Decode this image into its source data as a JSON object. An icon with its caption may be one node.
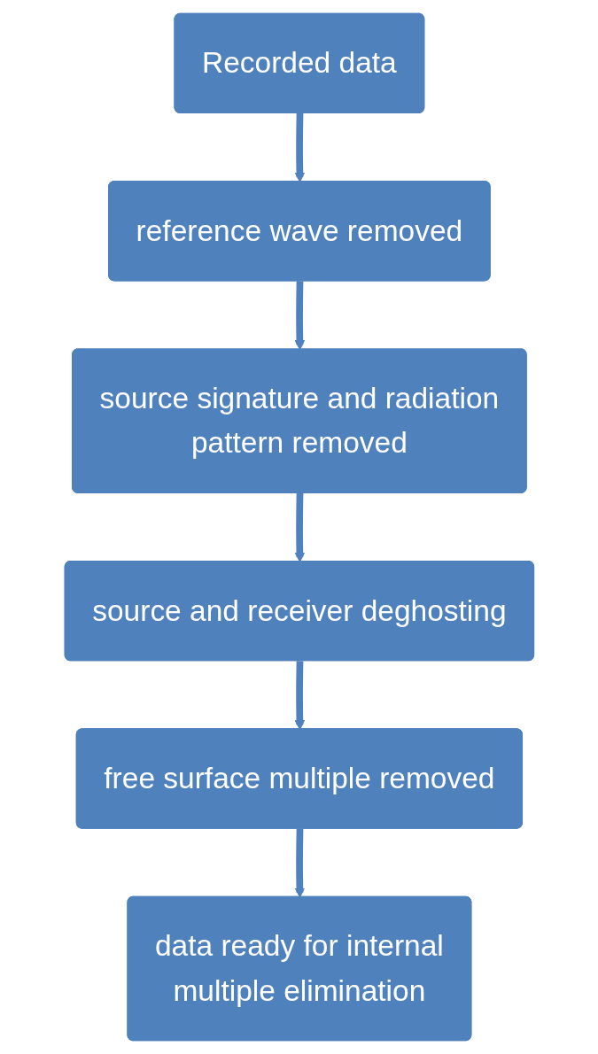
{
  "diagram": {
    "nodes": [
      {
        "text": [
          "Recorded data"
        ]
      },
      {
        "text": [
          "reference wave removed"
        ]
      },
      {
        "text": [
          "source signature and radiation pattern removed"
        ]
      },
      {
        "text": [
          "source and receiver deghosting"
        ]
      },
      {
        "text": [
          "free surface multiple removed"
        ]
      },
      {
        "text": [
          "data ready for internal multiple elimination"
        ]
      }
    ],
    "edges": [
      {
        "from": 0,
        "to": 1,
        "arrow": "to"
      },
      {
        "from": 1,
        "to": 2,
        "arrow": "to"
      },
      {
        "from": 2,
        "to": 3,
        "arrow": "to"
      },
      {
        "from": 3,
        "to": 4,
        "arrow": "to"
      },
      {
        "from": 4,
        "to": 5,
        "arrow": "to"
      }
    ]
  }
}
